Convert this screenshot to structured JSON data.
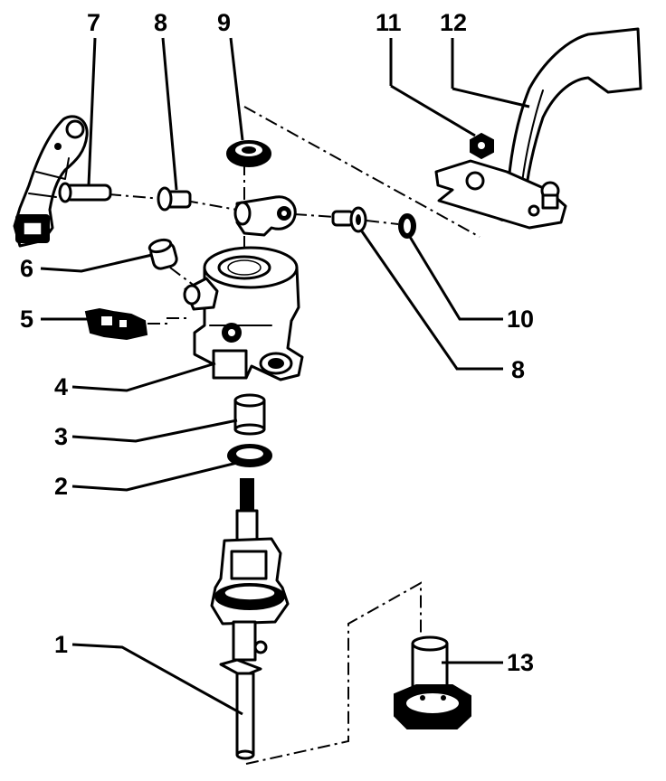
{
  "callouts": {
    "c1": "1",
    "c2": "2",
    "c3": "3",
    "c4": "4",
    "c5": "5",
    "c6": "6",
    "c7": "7",
    "c8_top": "8",
    "c8_right": "8",
    "c9": "9",
    "c10": "10",
    "c11": "11",
    "c12": "12",
    "c13": "13"
  },
  "colors": {
    "ink": "#000000",
    "paper": "#ffffff"
  }
}
